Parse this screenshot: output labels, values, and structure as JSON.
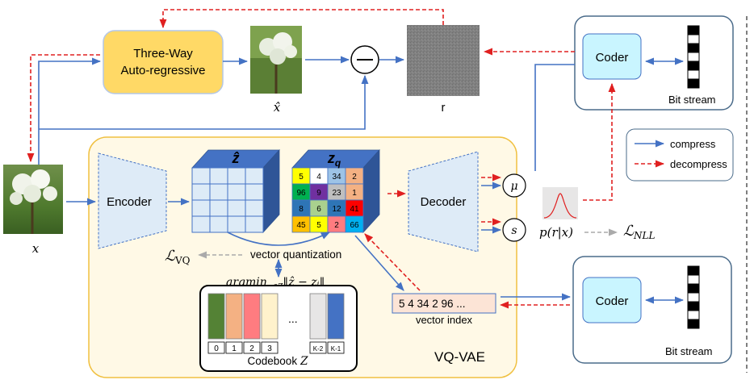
{
  "colors": {
    "compress": "#4472c4",
    "decompress": "#e02020",
    "ar_fill": "#ffd966",
    "ar_stroke": "#b4c7e7",
    "vqvae_fill": "#fff9e6",
    "vqvae_stroke": "#f0c040",
    "coder_fill": "#c9f5ff",
    "box_stroke": "#4a6b8a",
    "nll": "#aaaaaa"
  },
  "labels": {
    "ar_line1": "Three-Way",
    "ar_line2": "Auto-regressive",
    "xhat": "x̂",
    "residual": "r",
    "x_input": "x",
    "encoder": "Encoder",
    "decoder": "Decoder",
    "zhat": "ẑ",
    "zq": "z",
    "zq_sub": "q",
    "vector_quantization": "vector quantization",
    "l_vq": "ℒ",
    "l_vq_sub": "VQ",
    "argmin": "argmin",
    "argmin_sub": "zᵢ∈Z",
    "argmin_rest": "‖ẑ − zᵢ‖",
    "codebook": "Codebook",
    "codebook_z": "Z",
    "vector_index_label": "vector index",
    "vector_index_value": "5  4  34  2  96  ...",
    "mu": "μ",
    "s": "s",
    "prob": "p(r|x)",
    "l_nll": "ℒ",
    "l_nll_sub": "NLL",
    "vqvae": "VQ-VAE",
    "coder_top": "Coder",
    "coder_bottom": "Coder",
    "bitstream_top": "Bit stream",
    "bitstream_bottom": "Bit stream",
    "legend_compress": "compress",
    "legend_decompress": "decompress",
    "ellipsis": "..."
  },
  "quant_grid": [
    {
      "v": "5",
      "c": "#ffff00"
    },
    {
      "v": "4",
      "c": "#ffffff"
    },
    {
      "v": "34",
      "c": "#9dc3e6"
    },
    {
      "v": "2",
      "c": "#f4b183"
    },
    {
      "v": "96",
      "c": "#00b050"
    },
    {
      "v": "9",
      "c": "#7030a0"
    },
    {
      "v": "23",
      "c": "#bfbfbf"
    },
    {
      "v": "1",
      "c": "#f4b183"
    },
    {
      "v": "8",
      "c": "#2e75b6"
    },
    {
      "v": "6",
      "c": "#a9d18e"
    },
    {
      "v": "12",
      "c": "#2e75b6"
    },
    {
      "v": "41",
      "c": "#ff0000"
    },
    {
      "v": "45",
      "c": "#ffc000"
    },
    {
      "v": "5",
      "c": "#ffff00"
    },
    {
      "v": "2",
      "c": "#ff7c80"
    },
    {
      "v": "66",
      "c": "#00b0f0"
    }
  ],
  "codebook_entries": [
    {
      "label": "0",
      "c": "#548235"
    },
    {
      "label": "1",
      "c": "#f4b183"
    },
    {
      "label": "2",
      "c": "#ff7c80"
    },
    {
      "label": "3",
      "c": "#fff2cc"
    },
    {
      "label": "K-2",
      "c": "#e7e6e6"
    },
    {
      "label": "K-1",
      "c": "#4472c4"
    }
  ]
}
